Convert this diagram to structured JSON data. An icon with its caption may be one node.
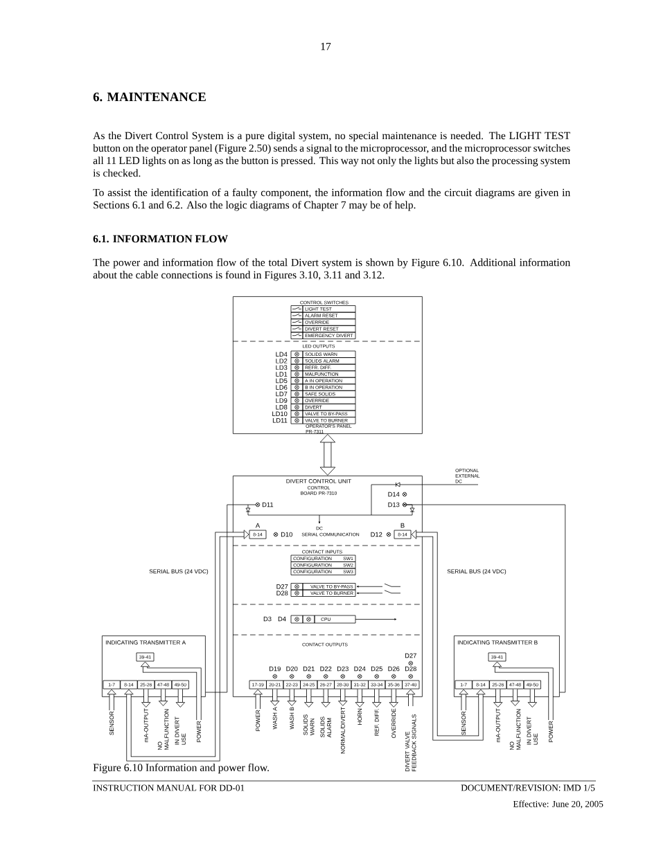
{
  "diagram": {
    "title": "6. MAINTENANCE",
    "caption": "Figure 6.10 Information and power flow.",
    "nodes": [
      {
        "text": [
          "OPERATOR'S PANEL PR-7311"
        ]
      },
      {
        "text": [
          "DIVERT CONTROL UNIT",
          "CONTROL BOARD PR-7310"
        ]
      },
      {
        "text": [
          "8-14"
        ],
        "in": 1,
        "beside": [
          "A"
        ]
      },
      {
        "text": [
          "8-14"
        ],
        "in": 1,
        "beside": [
          "B"
        ]
      },
      {
        "text": [
          "17-19"
        ],
        "in": 1
      },
      {
        "text": [
          "20-21"
        ],
        "in": 1,
        "beside": [
          "D19"
        ]
      },
      {
        "text": [
          "22-23"
        ],
        "in": 1,
        "beside": [
          "D20"
        ]
      },
      {
        "text": [
          "24-25"
        ],
        "in": 1,
        "beside": [
          "D21"
        ]
      },
      {
        "text": [
          "26-27"
        ],
        "in": 1,
        "beside": [
          "D22"
        ]
      },
      {
        "text": [
          "28-30"
        ],
        "in": 1,
        "beside": [
          "D23"
        ]
      },
      {
        "text": [
          "31-32"
        ],
        "in": 1,
        "beside": [
          "D24"
        ]
      },
      {
        "text": [
          "33-34"
        ],
        "in": 1,
        "beside": [
          "D25"
        ]
      },
      {
        "text": [
          "35-36"
        ],
        "in": 1,
        "beside": [
          "D26"
        ]
      },
      {
        "text": [
          "37-40"
        ],
        "in": 1,
        "beside": [
          "D27",
          "D28"
        ]
      },
      {
        "text": [
          "INDICATING TRANSMITTER A"
        ]
      },
      {
        "text": [
          "39-41"
        ],
        "in": 14
      },
      {
        "text": [
          "1-7"
        ],
        "in": 14
      },
      {
        "text": [
          "8-14"
        ],
        "in": 14
      },
      {
        "text": [
          "25-26"
        ],
        "in": 14
      },
      {
        "text": [
          "47-48"
        ],
        "in": 14
      },
      {
        "text": [
          "49-50"
        ],
        "in": 14
      },
      {
        "text": [
          "INDICATING TRANSMITTER B"
        ]
      },
      {
        "text": [
          "39-41"
        ],
        "in": 21
      },
      {
        "text": [
          "1-7"
        ],
        "in": 21
      },
      {
        "text": [
          "8-14"
        ],
        "in": 21
      },
      {
        "text": [
          "25-26"
        ],
        "in": 21
      },
      {
        "text": [
          "47-48"
        ],
        "in": 21
      },
      {
        "text": [
          "49-50"
        ],
        "in": 21
      },
      {
        "text": [
          "SENSOR"
        ]
      },
      {
        "text": [
          "mA-OUTPUT"
        ]
      },
      {
        "text": [
          "NO MALFUNCTION"
        ]
      },
      {
        "text": [
          "IN DIVERT USE"
        ]
      },
      {
        "text": [
          "POWER"
        ]
      },
      {
        "text": [
          "POWER"
        ]
      },
      {
        "text": [
          "WASH A"
        ]
      },
      {
        "text": [
          "WASH B"
        ]
      },
      {
        "text": [
          "SOLIDS WARN"
        ]
      },
      {
        "text": [
          "SOLIDS ALARM"
        ]
      },
      {
        "text": [
          "NORMAL/DIVERT"
        ]
      },
      {
        "text": [
          "HORN"
        ]
      },
      {
        "text": [
          "REF. DIFF."
        ]
      },
      {
        "text": [
          "OVERRIDE"
        ]
      },
      {
        "text": [
          "DIVERT VALVE FEEDBACK SIGNALS"
        ]
      },
      {
        "text": [
          "SENSOR"
        ]
      },
      {
        "text": [
          "mA-OUTPUT"
        ]
      },
      {
        "text": [
          "NO MALFUNCTION"
        ]
      },
      {
        "text": [
          "IN DIVERT USE"
        ]
      },
      {
        "text": [
          "POWER"
        ]
      }
    ],
    "edges": [
      {
        "from": 0,
        "to": 1,
        "arrow": "both"
      },
      {
        "from": 2,
        "to": 17,
        "arrow": "both",
        "label": "SERIAL BUS (24 VDC)"
      },
      {
        "from": 3,
        "to": 24,
        "arrow": "both",
        "label": "SERIAL BUS (24 VDC)"
      },
      {
        "from": 1,
        "to": 14,
        "arrow": "none"
      },
      {
        "from": 1,
        "to": 21,
        "arrow": "none"
      },
      {
        "from": 28,
        "to": 16,
        "arrow": "to"
      },
      {
        "from": 18,
        "to": 29,
        "arrow": "to"
      },
      {
        "from": 19,
        "to": 30,
        "arrow": "to"
      },
      {
        "from": 20,
        "to": 31,
        "arrow": "to"
      },
      {
        "from": 32,
        "to": 15,
        "arrow": "to"
      },
      {
        "from": 33,
        "to": 4,
        "arrow": "to"
      },
      {
        "from": 5,
        "to": 34,
        "arrow": "to"
      },
      {
        "from": 6,
        "to": 35,
        "arrow": "to"
      },
      {
        "from": 7,
        "to": 36,
        "arrow": "to"
      },
      {
        "from": 8,
        "to": 37,
        "arrow": "to"
      },
      {
        "from": 9,
        "to": 38,
        "arrow": "to"
      },
      {
        "from": 10,
        "to": 39,
        "arrow": "to"
      },
      {
        "from": 11,
        "to": 40,
        "arrow": "to"
      },
      {
        "from": 12,
        "to": 41,
        "arrow": "to"
      },
      {
        "from": 42,
        "to": 13,
        "arrow": "to"
      },
      {
        "from": 43,
        "to": 23,
        "arrow": "to"
      },
      {
        "from": 25,
        "to": 44,
        "arrow": "to"
      },
      {
        "from": 26,
        "to": 45,
        "arrow": "to"
      },
      {
        "from": 27,
        "to": 46,
        "arrow": "to"
      },
      {
        "from": 47,
        "to": 22,
        "arrow": "to"
      }
    ],
    "labels": [
      "17",
      "As the Divert Control System is a pure digital system, no special maintenance is needed. The LIGHT TEST button on the operator panel (Figure 2.50) sends a signal to the microprocessor, and the microprocessor switches all 11 LED lights on as long as the button is pressed. This way not only the lights but also the processing system is checked.",
      "To assist the identification of a faulty component, the information flow and the circuit diagrams are given in Sections 6.1 and 6.2. Also the logic diagrams of Chapter 7 may be of help.",
      "6.1. INFORMATION FLOW",
      "The power and information flow of the total Divert system is shown by Figure 6.10. Additional information about the cable connections is found in Figures 3.10, 3.11 and 3.12.",
      "CONTROL SWITCHES",
      "LIGHT TEST",
      "ALARM RESET",
      "OVERRIDE",
      "DIVERT RESET",
      "EMERGENCY DIVERT",
      "LED OUTPUTS",
      "LD4",
      "SOLIDS WARN",
      "LD2",
      "SOLIDS ALARM",
      "LD3",
      "REFR. DIFF.",
      "LD1",
      "MALFUNCTION",
      "LD5",
      "A IN OPERATION",
      "LD6",
      "B IN OPERATION",
      "LD7",
      "SAFE SOLIDS",
      "LD9",
      "OVERRIDE",
      "LD8",
      "DIVERT",
      "LD10",
      "VALVE TO BY-PASS",
      "LD11",
      "VALVE TO BURNER",
      "OPTIONAL EXTERNAL DC",
      "D14",
      "D11",
      "D13",
      "DC",
      "D10",
      "SERIAL COMMUNICATION",
      "D12",
      "CONTACT INPUTS",
      "CONFIGURATION",
      "SW1",
      "CONFIGURATION",
      "SW2",
      "CONFIGURATION",
      "SW3",
      "D27",
      "VALVE TO BY-PASS",
      "D28",
      "VALVE TO BURNER",
      "D3",
      "D4",
      "CPU",
      "CONTACT OUTPUTS",
      "INSTRUCTION MANUAL FOR DD-01",
      "DOCUMENT/REVISION: IMD 1/5",
      "Effective: June 20, 2005"
    ]
  }
}
